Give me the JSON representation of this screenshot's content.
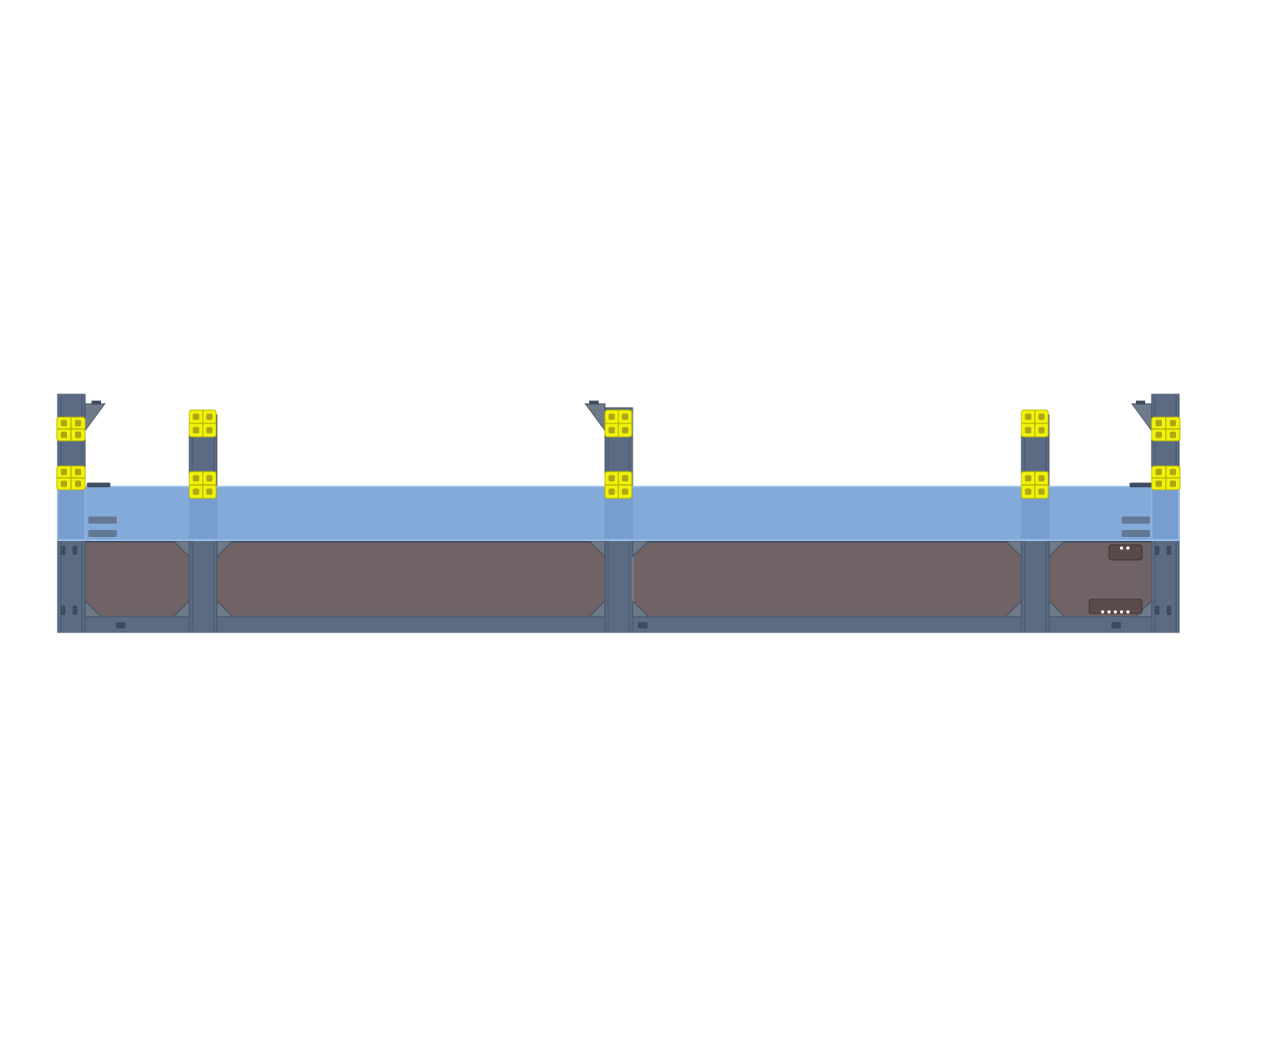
{
  "colors": {
    "background": "#ffffff",
    "frame": "#5a6b83",
    "frame_edge": "#44536a",
    "frame_dark": "#3e4b5e",
    "gusset": "#6f7a88",
    "panel_brown": "#6f6366",
    "glass_blue": "#7aa3d6",
    "glass_edge": "#9cc3ee",
    "clamp_yellow": "#f2f20a",
    "clamp_edge": "#b4b400",
    "connector_body": "#5a4a4c",
    "connector_pin": "#ffffff"
  },
  "components": {
    "frame": "aluminium-extrusion-frame",
    "panel": "lower-infill-panel",
    "glass": "translucent-blue-cover",
    "clamps": "yellow-clamp-assemblies",
    "connectors": "db-connectors"
  }
}
